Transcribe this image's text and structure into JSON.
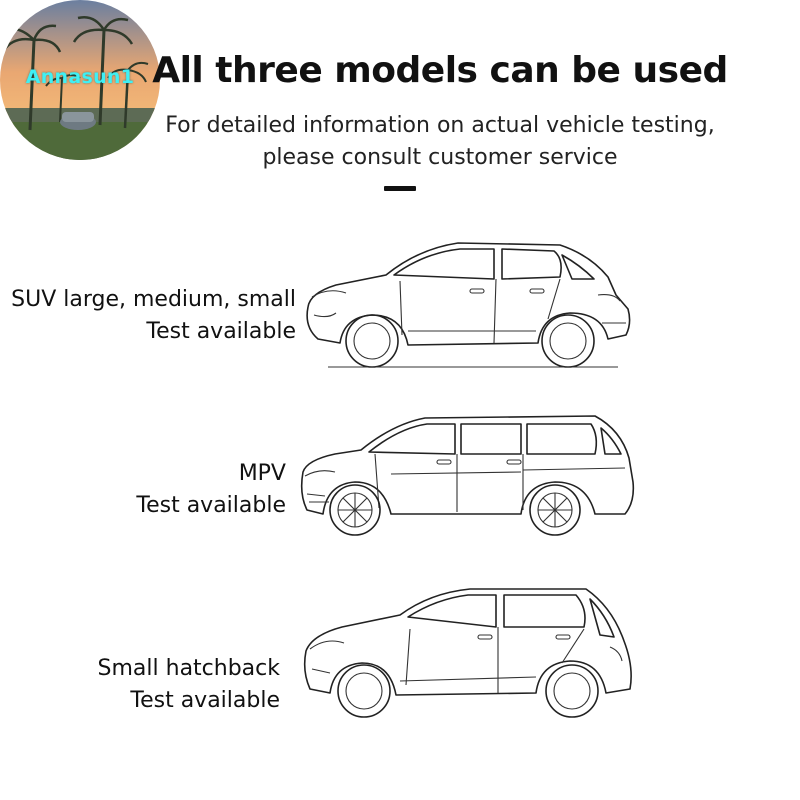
{
  "watermark": {
    "text": "Annasun1",
    "text_color": "#3ff0f4"
  },
  "header": {
    "title": "All three models can be used",
    "subtitle_line1": "For detailed information on actual vehicle testing,",
    "subtitle_line2": "please consult customer service"
  },
  "vehicles": [
    {
      "icon": "suv-illustration",
      "line1": "SUV large, medium, small",
      "line2": "Test available"
    },
    {
      "icon": "mpv-illustration",
      "line1": "MPV",
      "line2": "Test available"
    },
    {
      "icon": "hatchback-illustration",
      "line1": "Small hatchback",
      "line2": "Test available"
    }
  ],
  "colors": {
    "background": "#ffffff",
    "text": "#111111",
    "line_art": "#222222"
  }
}
